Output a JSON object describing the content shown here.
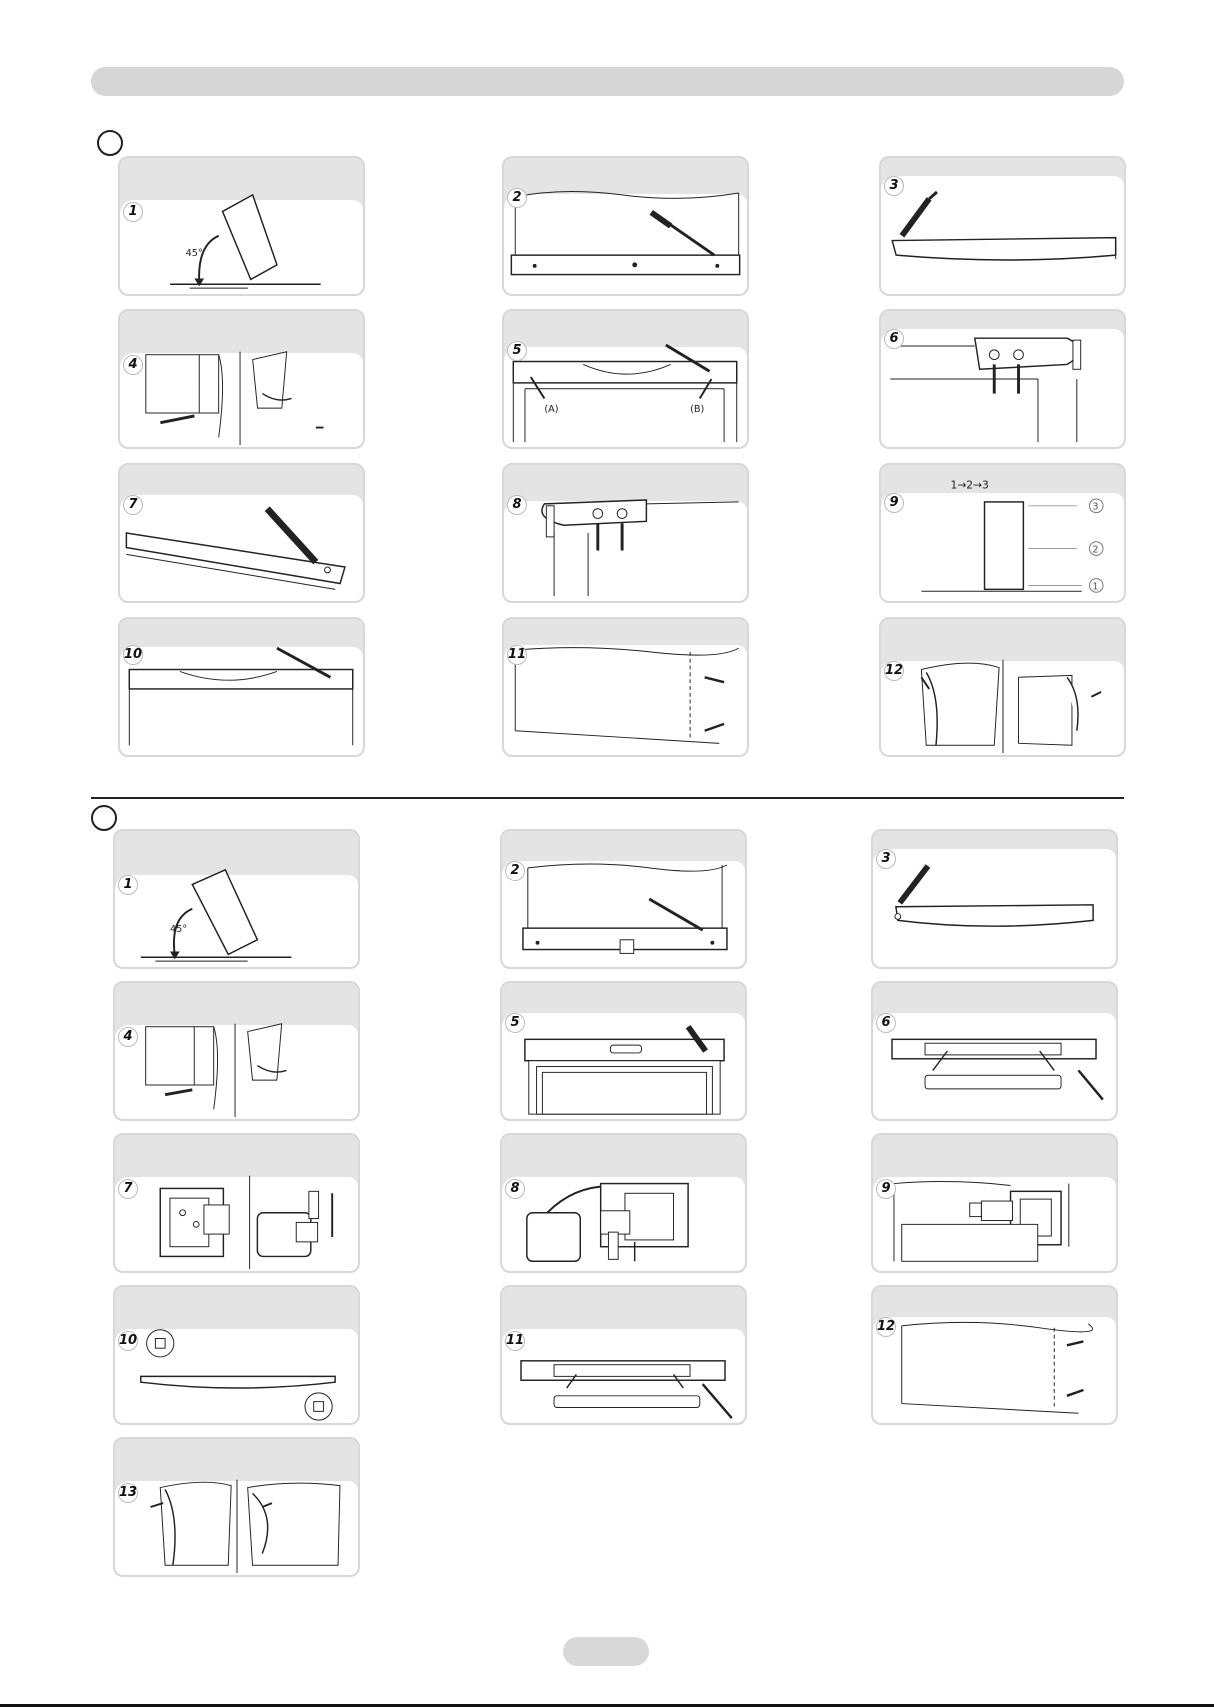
{
  "sections": [
    {
      "steps": [
        {
          "num": "1",
          "label": "45°"
        },
        {
          "num": "2"
        },
        {
          "num": "3"
        },
        {
          "num": "4"
        },
        {
          "num": "5",
          "label_a": "(A)",
          "label_b": "(B)"
        },
        {
          "num": "6"
        },
        {
          "num": "7"
        },
        {
          "num": "8"
        },
        {
          "num": "9",
          "sequence": "1→2→3",
          "markers": [
            "3",
            "2",
            "1"
          ]
        },
        {
          "num": "10"
        },
        {
          "num": "11"
        },
        {
          "num": "12"
        }
      ]
    },
    {
      "steps": [
        {
          "num": "1",
          "label": "45°"
        },
        {
          "num": "2"
        },
        {
          "num": "3"
        },
        {
          "num": "4"
        },
        {
          "num": "5"
        },
        {
          "num": "6"
        },
        {
          "num": "7"
        },
        {
          "num": "8"
        },
        {
          "num": "9"
        },
        {
          "num": "10"
        },
        {
          "num": "11"
        },
        {
          "num": "12"
        },
        {
          "num": "13"
        }
      ]
    }
  ],
  "icons": {
    "screwdriver": "screwdriver-icon",
    "pry_tool": "pry-tool-icon",
    "screw": "screw-icon",
    "arrow": "arrow-icon"
  }
}
